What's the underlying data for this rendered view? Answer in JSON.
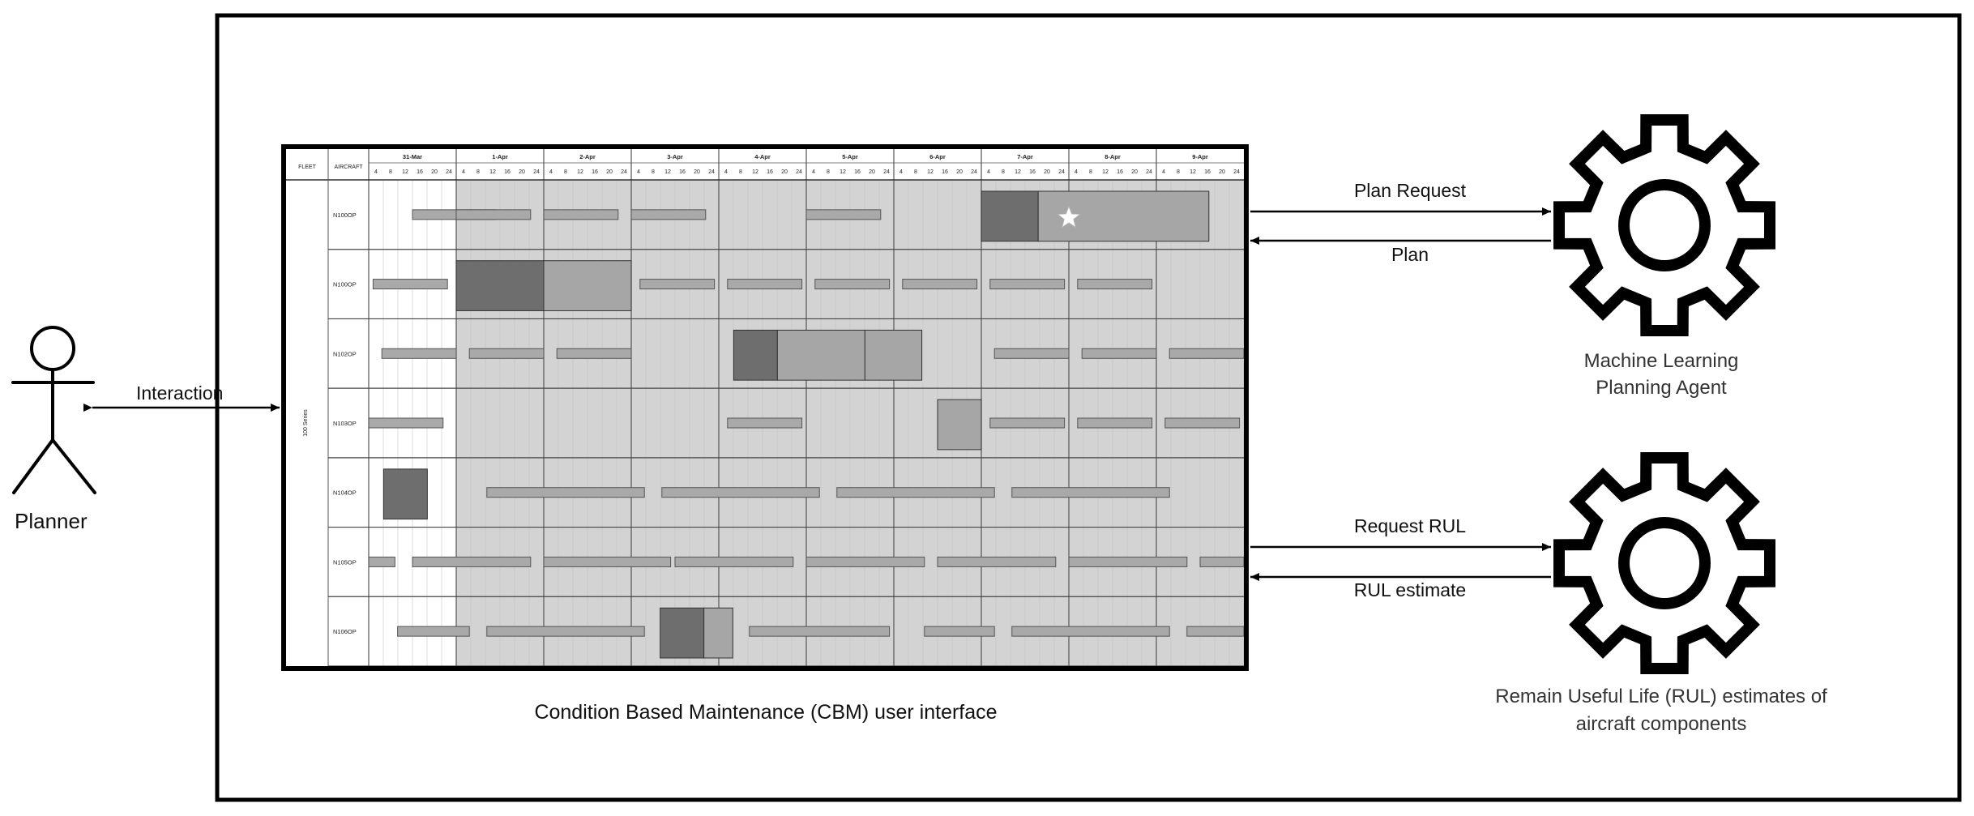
{
  "actors": {
    "planner": {
      "label": "Planner",
      "icon": "stick-figure-icon"
    }
  },
  "arrows": {
    "interaction": "Interaction",
    "plan_request": "Plan Request",
    "plan": "Plan",
    "request_rul": "Request RUL",
    "rul_estimate": "RUL estimate"
  },
  "components": {
    "cbm_ui": {
      "caption": "Condition Based Maintenance (CBM) user interface"
    },
    "ml_agent": {
      "line1": "Machine Learning",
      "line2": "Planning Agent",
      "icon": "gear-icon"
    },
    "rul": {
      "line1": "Remain Useful Life (RUL) estimates of",
      "line2": "aircraft components",
      "icon": "gear-icon"
    }
  },
  "gantt": {
    "fleet_header": "FLEET",
    "aircraft_header": "AIRCRAFT",
    "fleet_name": "100 Series",
    "days": [
      "31-Mar",
      "1-Apr",
      "2-Apr",
      "3-Apr",
      "4-Apr",
      "5-Apr",
      "6-Apr",
      "7-Apr",
      "8-Apr",
      "9-Apr"
    ],
    "hours": [
      "4",
      "8",
      "12",
      "16",
      "20",
      "24"
    ],
    "aircraft": [
      "N100OP",
      "N100OP",
      "N102OP",
      "N103OP",
      "N104OP",
      "N105OP",
      "N106OP"
    ],
    "colors": {
      "panel": "#d3d3d3",
      "past": "#f2f2f2",
      "bar": "#a9a9a9",
      "dark_block": "#6e6e6e",
      "mid_block": "#a6a6a6"
    }
  }
}
